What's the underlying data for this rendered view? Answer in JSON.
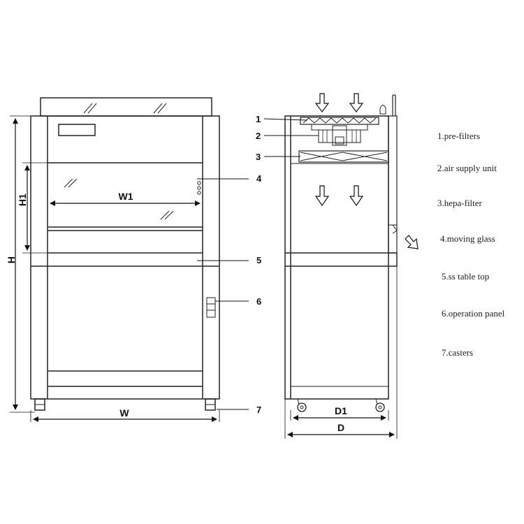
{
  "front_view": {
    "dimensions": {
      "height": "H",
      "inner_height": "H1",
      "width": "W",
      "inner_width": "W1"
    },
    "callouts": [
      "4",
      "5",
      "6",
      "7"
    ]
  },
  "side_view": {
    "dimensions": {
      "depth": "D",
      "inner_depth": "D1"
    },
    "callouts": [
      "1",
      "2",
      "3"
    ]
  },
  "legend": [
    "1.pre-filters",
    "2.air supply unit",
    "3.hepa-filter",
    "4.moving glass",
    "5.ss table top",
    "6.operation panel",
    "7.casters"
  ]
}
